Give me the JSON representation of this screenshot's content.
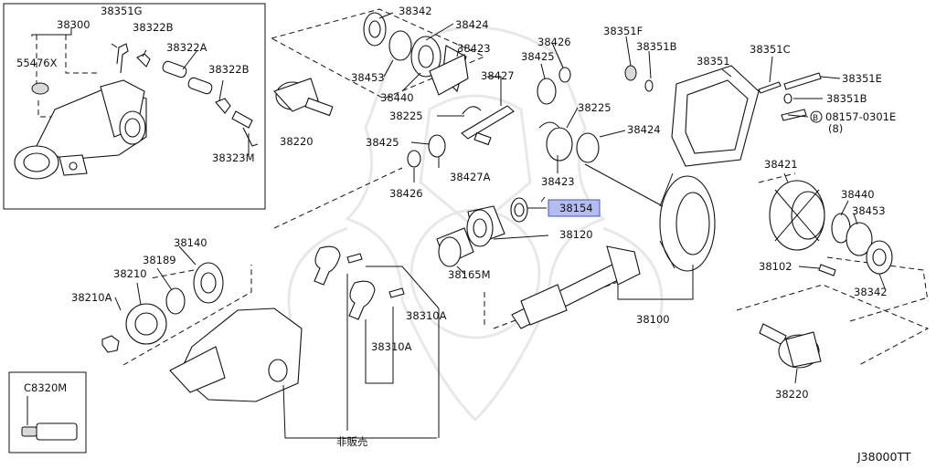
{
  "diagram": {
    "code": "J38000TT",
    "not_for_sale": "非販売",
    "bolt_code_prefix": "B",
    "parts": {
      "p38300": "38300",
      "p38351G": "38351G",
      "p38322B_a": "38322B",
      "p38322A": "38322A",
      "p38322B_b": "38322B",
      "p55476X": "55476X",
      "p38323M": "38323M",
      "p38342_top": "38342",
      "p38424_top": "38424",
      "p38423_top": "38423",
      "p38453_top": "38453",
      "p38440_top": "38440",
      "p38220_top": "38220",
      "p38225_a": "38225",
      "p38427": "38427",
      "p38426_top": "38426",
      "p38425_top": "38425",
      "p38225_b": "38225",
      "p38425_mid": "38425",
      "p38427A": "38427A",
      "p38426_mid": "38426",
      "p38424_mid": "38424",
      "p38423_mid": "38423",
      "p38154": "38154",
      "p38120": "38120",
      "p38165M": "38165M",
      "p38351F": "38351F",
      "p38351B_a": "38351B",
      "p38351C": "38351C",
      "p38351": "38351",
      "p38351E": "38351E",
      "p38351B_b": "38351B",
      "bolt_code": "08157-0301E",
      "bolt_qty": "(8)",
      "p38421": "38421",
      "p38440_r": "38440",
      "p38453_r": "38453",
      "p38102": "38102",
      "p38342_r": "38342",
      "p38220_r": "38220",
      "p38100": "38100",
      "p38140": "38140",
      "p38189": "38189",
      "p38210": "38210",
      "p38210A": "38210A",
      "p38310A_a": "38310A",
      "p38310A_b": "38310A",
      "pC8320M": "C8320M"
    },
    "highlight_color": "#b4bdf0"
  }
}
